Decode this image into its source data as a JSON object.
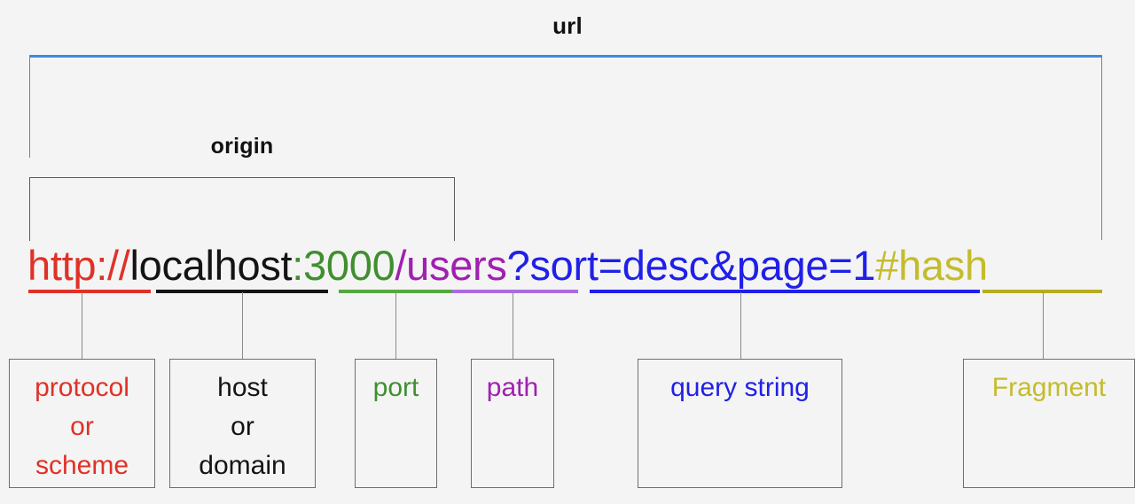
{
  "diagram": {
    "title": "url",
    "background_color": "#f4f4f4",
    "brackets": [
      {
        "id": "url",
        "label": "url",
        "color": "#3d8bdd",
        "stroke": "#808080"
      },
      {
        "id": "origin",
        "label": "origin",
        "color": "#5b5b5b",
        "stroke": "#5b5b5b"
      }
    ],
    "url_string": "http://localhost:3000/users?sort=desc&page=1#hash",
    "segments": [
      {
        "id": "protocol",
        "text": "http://",
        "color": "#e03127",
        "underline_color": "#e03127"
      },
      {
        "id": "host",
        "text": "localhost",
        "color": "#141414",
        "underline_color": "#141414"
      },
      {
        "id": "port",
        "text": ":3000",
        "color": "#3f8f2f",
        "underline_color": "#56a83f"
      },
      {
        "id": "path",
        "text": "/users",
        "color": "#a020b0",
        "underline_color": "#a96ce0"
      },
      {
        "id": "query",
        "text": "?sort=desc&page=1",
        "color": "#2020e8",
        "underline_color": "#2020e8"
      },
      {
        "id": "fragment",
        "text": "#hash",
        "color": "#c4bc2c",
        "underline_color": "#b5ad22"
      }
    ],
    "boxes": [
      {
        "id": "protocol",
        "label": "protocol\nor\nscheme",
        "color": "#e03127"
      },
      {
        "id": "host",
        "label": "host\nor\ndomain",
        "color": "#141414"
      },
      {
        "id": "port",
        "label": "port",
        "color": "#3f8f2f"
      },
      {
        "id": "path",
        "label": "path",
        "color": "#a020b0"
      },
      {
        "id": "query",
        "label": "query string",
        "color": "#2020e8"
      },
      {
        "id": "fragment",
        "label": "Fragment",
        "color": "#c4bc2c"
      }
    ]
  }
}
